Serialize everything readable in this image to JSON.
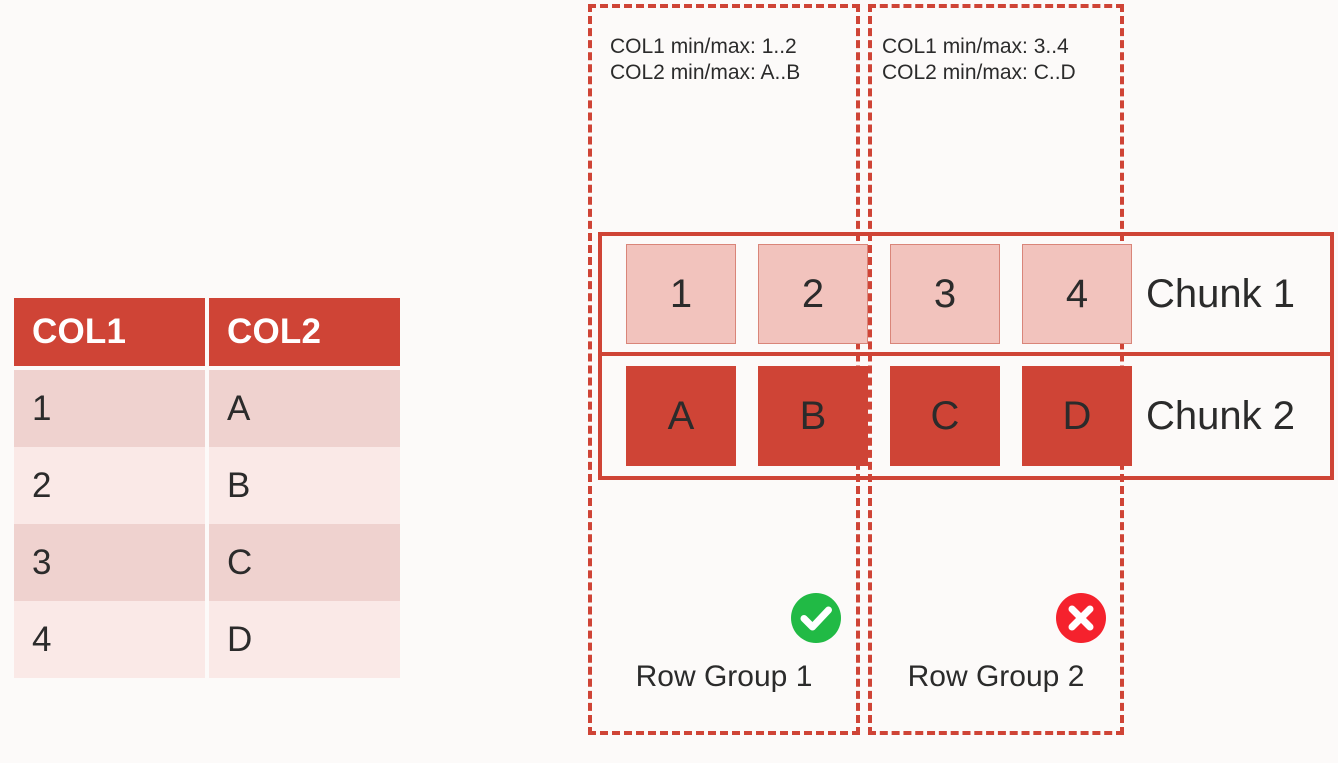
{
  "canvas": {
    "background_color": "#FCFAF9",
    "accent_color": "#CF4436",
    "cell_light_color": "#F2C3BD",
    "cell_dark_color": "#CF4436",
    "band_a_color": "#EFD2CF",
    "band_b_color": "#FAE9E7",
    "success_color": "#21BA45",
    "error_color": "#F5222D"
  },
  "source_table": {
    "headers": [
      "COL1",
      "COL2"
    ],
    "rows": [
      [
        "1",
        "A"
      ],
      [
        "2",
        "B"
      ],
      [
        "3",
        "C"
      ],
      [
        "4",
        "D"
      ]
    ]
  },
  "diagram": {
    "row_groups": [
      {
        "name": "Row Group 1",
        "minmax_text": "COL1 min/max: 1..2\nCOL2 min/max: A..B",
        "status_icon": "check-circle-icon",
        "status": "valid"
      },
      {
        "name": "Row Group 2",
        "minmax_text": "COL1 min/max: 3..4\nCOL2 min/max: C..D",
        "status_icon": "x-circle-icon",
        "status": "invalid"
      }
    ],
    "chunks": [
      {
        "label": "Chunk 1",
        "values": [
          "1",
          "2",
          "3",
          "4"
        ]
      },
      {
        "label": "Chunk 2",
        "values": [
          "A",
          "B",
          "C",
          "D"
        ]
      }
    ]
  }
}
